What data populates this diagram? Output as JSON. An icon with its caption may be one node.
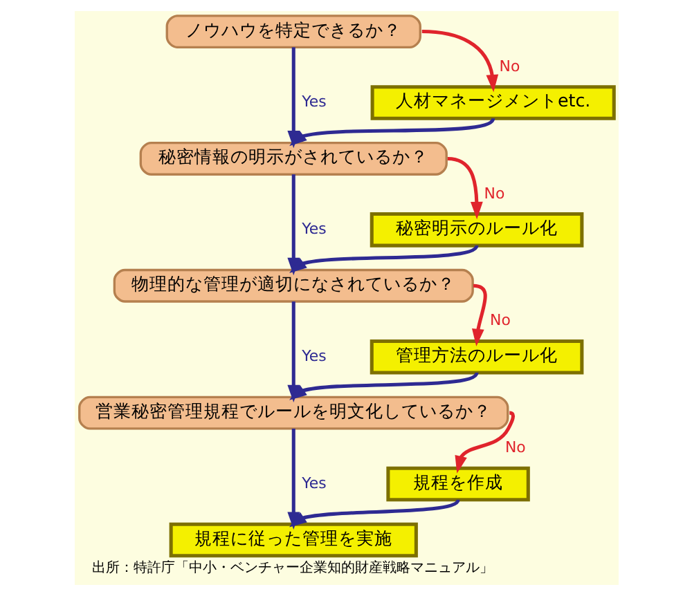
{
  "diagram": {
    "caption": "出所：特許庁「中小・ベンチャー企業知的財産戦略マニュアル」",
    "nodes": [
      {
        "text": [
          "ノウハウを特定できるか？"
        ]
      },
      {
        "text": [
          "人材マネージメントetc."
        ]
      },
      {
        "text": [
          "秘密情報の明示がされているか？"
        ]
      },
      {
        "text": [
          "秘密明示のルール化"
        ]
      },
      {
        "text": [
          "物理的な管理が適切になされているか？"
        ]
      },
      {
        "text": [
          "管理方法のルール化"
        ]
      },
      {
        "text": [
          "営業秘密管理規程でルールを明文化しているか？"
        ]
      },
      {
        "text": [
          "規程を作成"
        ]
      },
      {
        "text": [
          "規程に従った管理を実施"
        ]
      }
    ],
    "edges": [
      {
        "from": 0,
        "to": 1,
        "arrow": "to",
        "label": "No",
        "color": "#e0242c"
      },
      {
        "from": 0,
        "to": 2,
        "arrow": "to",
        "label": "Yes"
      },
      {
        "from": 1,
        "to": 2,
        "arrow": "to"
      },
      {
        "from": 2,
        "to": 3,
        "arrow": "to",
        "label": "No",
        "color": "#e0242c"
      },
      {
        "from": 2,
        "to": 4,
        "arrow": "to",
        "label": "Yes"
      },
      {
        "from": 3,
        "to": 4,
        "arrow": "to"
      },
      {
        "from": 4,
        "to": 5,
        "arrow": "to",
        "label": "No",
        "color": "#e0242c"
      },
      {
        "from": 4,
        "to": 6,
        "arrow": "to",
        "label": "Yes"
      },
      {
        "from": 5,
        "to": 6,
        "arrow": "to"
      },
      {
        "from": 6,
        "to": 7,
        "arrow": "to",
        "label": "No",
        "color": "#e0242c"
      },
      {
        "from": 6,
        "to": 8,
        "arrow": "to",
        "label": "Yes"
      },
      {
        "from": 7,
        "to": 8,
        "arrow": "to"
      }
    ]
  }
}
